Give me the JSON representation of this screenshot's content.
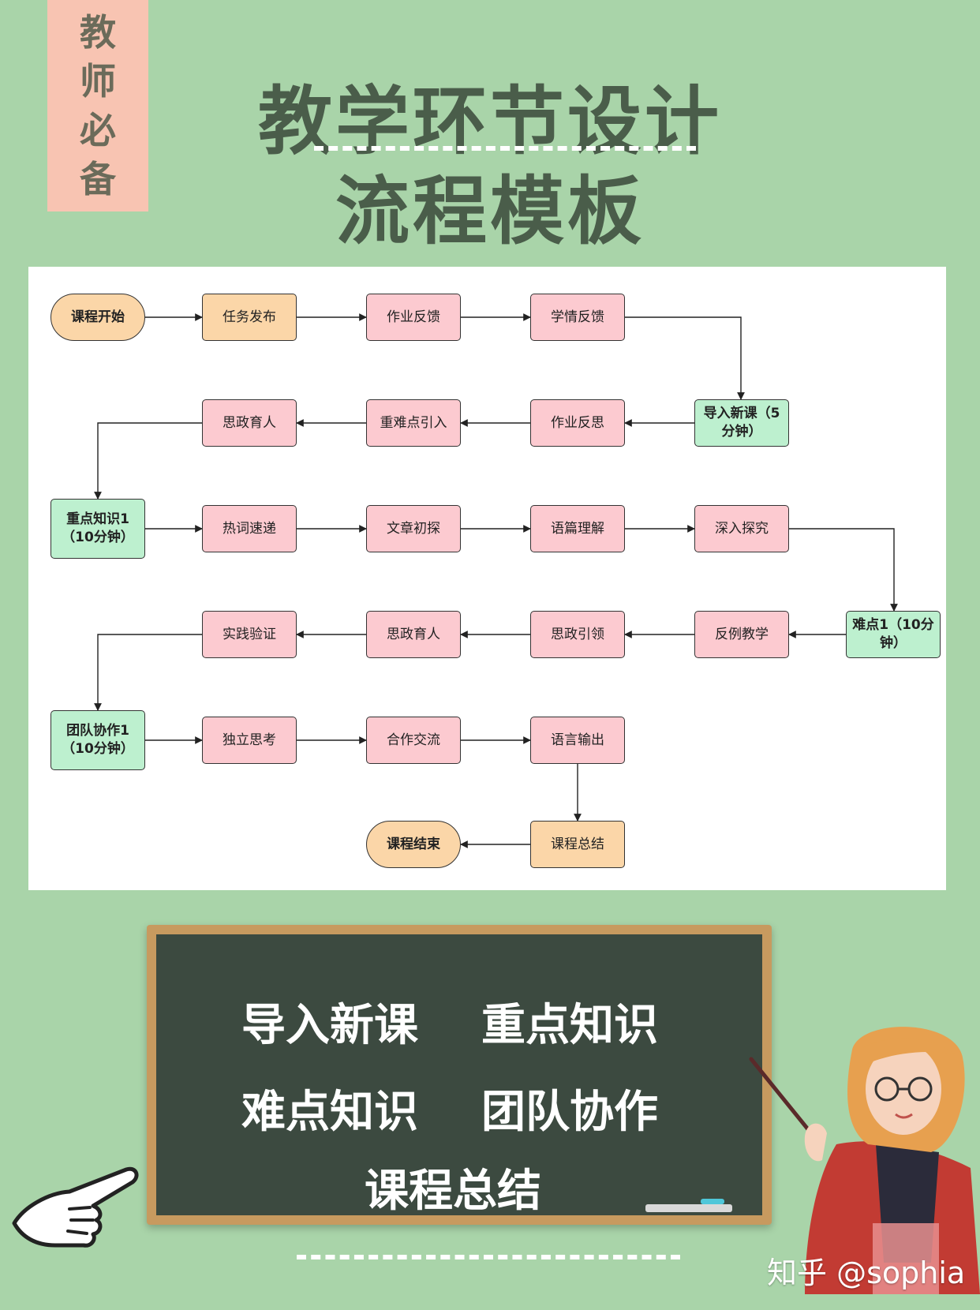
{
  "tag": {
    "chars": [
      "教",
      "师",
      "必",
      "备"
    ]
  },
  "header": {
    "title_line1": "教学环节设计",
    "title_line2": "流程模板"
  },
  "flow": {
    "start": "课程开始",
    "task_release": "任务发布",
    "homework_feedback": "作业反馈",
    "learning_feedback": "学情反馈",
    "intro": "导入新课（5分钟）",
    "homework_reflection": "作业反思",
    "key_difficult_intro": "重难点引入",
    "ideology_1": "思政育人",
    "key_knowledge": "重点知识1（10分钟）",
    "hot_words": "热词速递",
    "article_explore": "文章初探",
    "discourse": "语篇理解",
    "deep_inquiry": "深入探究",
    "difficult_1": "难点1（10分钟）",
    "counter_example": "反例教学",
    "ideology_guide": "思政引领",
    "ideology_2": "思政育人",
    "practice": "实践验证",
    "teamwork": "团队协作1（10分钟）",
    "independent": "独立思考",
    "cooperation": "合作交流",
    "language_output": "语言输出",
    "summary": "课程总结",
    "end": "课程结束"
  },
  "board": {
    "items": [
      "导入新课",
      "重点知识",
      "难点知识",
      "团队协作",
      "课程总结"
    ]
  },
  "watermark": "知乎 @sophia",
  "colors": {
    "background": "#a9d4a9",
    "pink_node": "#fccad0",
    "orange_node": "#fbd6a8",
    "green_node": "#bdf0cf",
    "board": "#3c4a40"
  }
}
